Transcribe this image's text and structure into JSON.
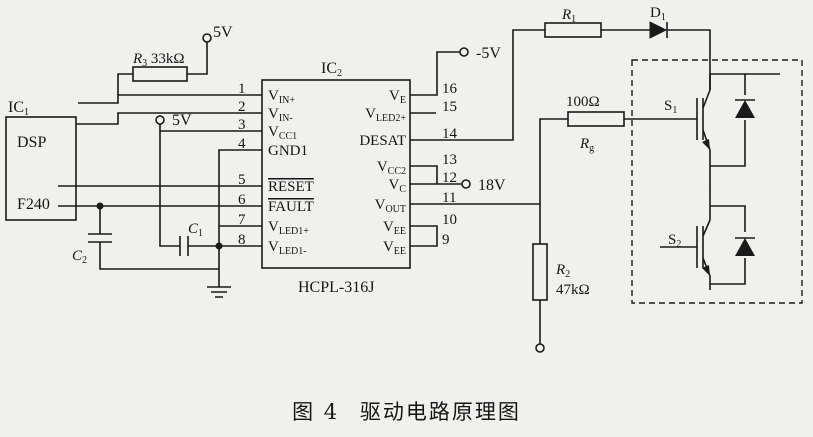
{
  "figure": {
    "caption_number": "图 4",
    "caption_title": "驱动电路原理图"
  },
  "components": {
    "ic1": {
      "ref": "IC",
      "ref_sub": "1",
      "line1": "DSP",
      "line2": "F240"
    },
    "ic2": {
      "ref": "IC",
      "ref_sub": "2",
      "part": "HCPL-316J"
    },
    "r1": {
      "ref": "R",
      "ref_sub": "1"
    },
    "r2": {
      "ref": "R",
      "ref_sub": "2",
      "value": "47kΩ"
    },
    "r3": {
      "ref": "R",
      "ref_sub": "3",
      "value": "33kΩ"
    },
    "rg": {
      "ref": "R",
      "ref_sub": "g",
      "value": "100Ω"
    },
    "c1": {
      "ref": "C",
      "ref_sub": "1"
    },
    "c2": {
      "ref": "C",
      "ref_sub": "2"
    },
    "d1": {
      "ref": "D",
      "ref_sub": "1"
    },
    "s1": {
      "ref": "S",
      "ref_sub": "1"
    },
    "s2": {
      "ref": "S",
      "ref_sub": "2"
    }
  },
  "supplies": {
    "top_5v": "5V",
    "left_5v": "5V",
    "neg_5v": "-5V",
    "pos_18v": "18V"
  },
  "pins_left": [
    {
      "num": "1",
      "name": "V",
      "sub": "IN+",
      "overline": false
    },
    {
      "num": "2",
      "name": "V",
      "sub": "IN-",
      "overline": false
    },
    {
      "num": "3",
      "name": "V",
      "sub": "CC1",
      "overline": false
    },
    {
      "num": "4",
      "name": "GND1",
      "sub": "",
      "overline": false
    },
    {
      "num": "5",
      "name": "RESET",
      "sub": "",
      "overline": true
    },
    {
      "num": "6",
      "name": "FAULT",
      "sub": "",
      "overline": true
    },
    {
      "num": "7",
      "name": "V",
      "sub": "LED1+",
      "overline": false
    },
    {
      "num": "8",
      "name": "V",
      "sub": "LED1-",
      "overline": false
    }
  ],
  "pins_right": [
    {
      "num": "16",
      "name": "V",
      "sub": "E"
    },
    {
      "num": "15",
      "name": "V",
      "sub": "LED2+"
    },
    {
      "num": "14",
      "name": "DESAT",
      "sub": ""
    },
    {
      "num": "13",
      "name": "V",
      "sub": "CC2"
    },
    {
      "num": "12",
      "name": "V",
      "sub": "C"
    },
    {
      "num": "11",
      "name": "V",
      "sub": "OUT"
    },
    {
      "num": "10",
      "name": "V",
      "sub": "EE"
    },
    {
      "num": "9",
      "name": "V",
      "sub": "EE"
    }
  ]
}
